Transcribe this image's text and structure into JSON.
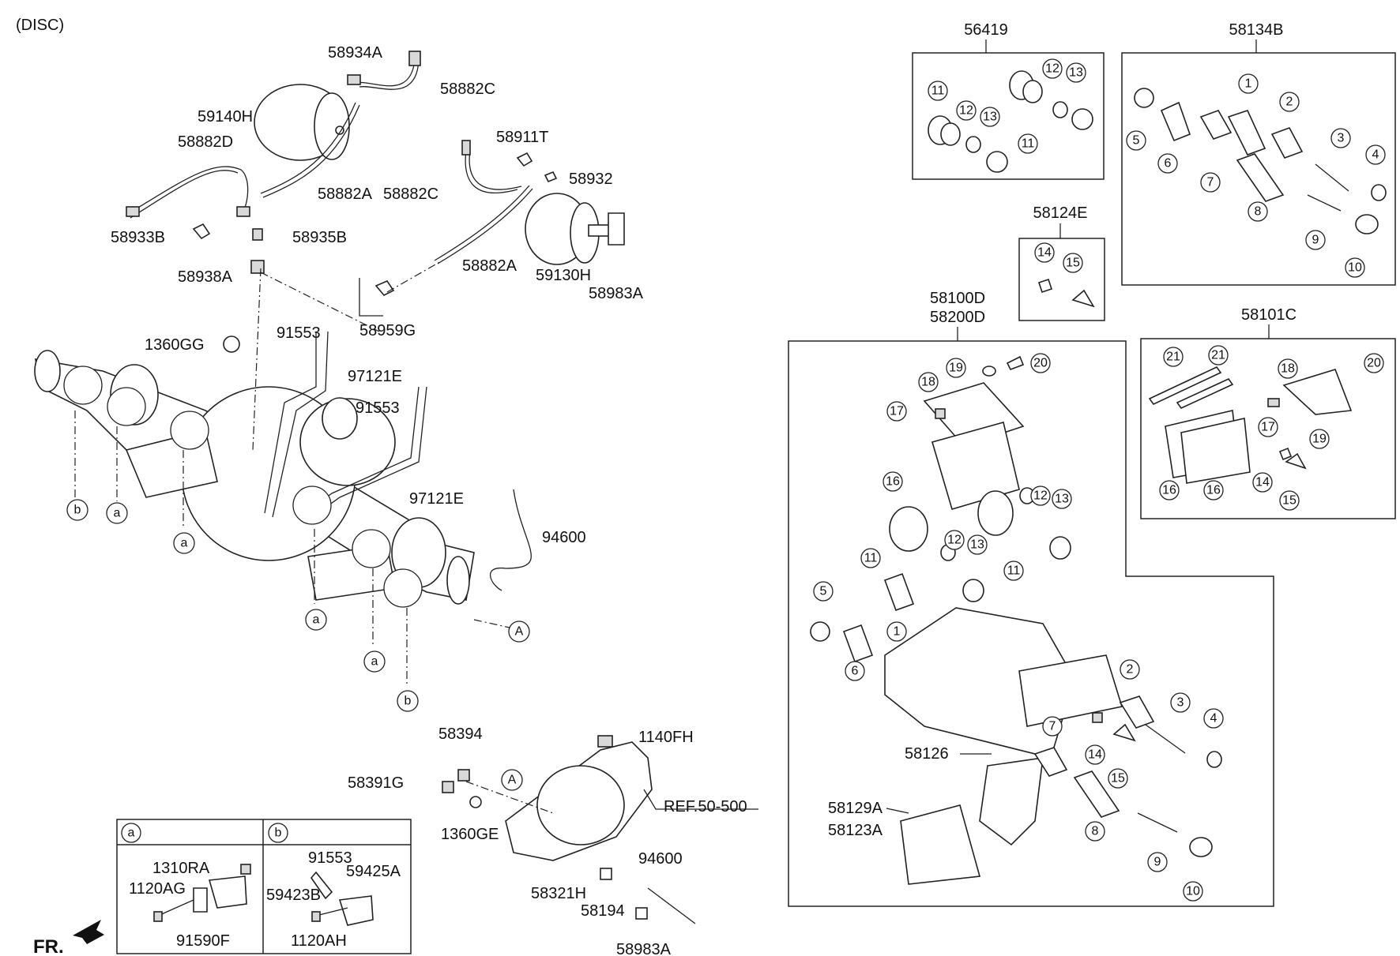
{
  "header": {
    "variant": "(DISC)",
    "front_indicator": "FR."
  },
  "callouts": {
    "c58934A": "58934A",
    "c58882C_top": "58882C",
    "c59140H": "59140H",
    "c58882D": "58882D",
    "c58882A_top": "58882A",
    "c58911T": "58911T",
    "c58932": "58932",
    "c58882C_mid": "58882C",
    "c58933B": "58933B",
    "c58935B": "58935B",
    "c58882A_mid": "58882A",
    "c59130H": "59130H",
    "c58938A": "58938A",
    "c58983A_top": "58983A",
    "c58959G": "58959G",
    "c1360GG": "1360GG",
    "c91553_a": "91553",
    "c97121E_a": "97121E",
    "c91553_b": "91553",
    "c97121E_b": "97121E",
    "c94600_a": "94600",
    "c58394": "58394",
    "c1140FH": "1140FH",
    "c58391G": "58391G",
    "cREF": "REF.50-500",
    "c1360GE": "1360GE",
    "c94600_b": "94600",
    "c58321H": "58321H",
    "c58194": "58194",
    "c58983A_bot": "58983A",
    "c1310RA": "1310RA",
    "c1120AG": "1120AG",
    "c91590F": "91590F",
    "c91553_c": "91553",
    "c59425A": "59425A",
    "c59423B": "59423B",
    "c1120AH": "1120AH",
    "c58126": "58126",
    "c58129A": "58129A",
    "c58123A": "58123A"
  },
  "panels": {
    "kit_56419": "56419",
    "kit_58134B": "58134B",
    "kit_58124E": "58124E",
    "caliper_top": "58100D",
    "caliper_bottom": "58200D",
    "kit_58101C": "58101C"
  },
  "inset": {
    "tab_a": "a",
    "tab_b": "b"
  },
  "markers": {
    "a": "a",
    "b": "b",
    "A": "A"
  },
  "ref_numbers": [
    "1",
    "2",
    "3",
    "4",
    "5",
    "6",
    "7",
    "8",
    "9",
    "10",
    "11",
    "12",
    "13",
    "14",
    "15",
    "16",
    "17",
    "18",
    "19",
    "20",
    "21"
  ]
}
